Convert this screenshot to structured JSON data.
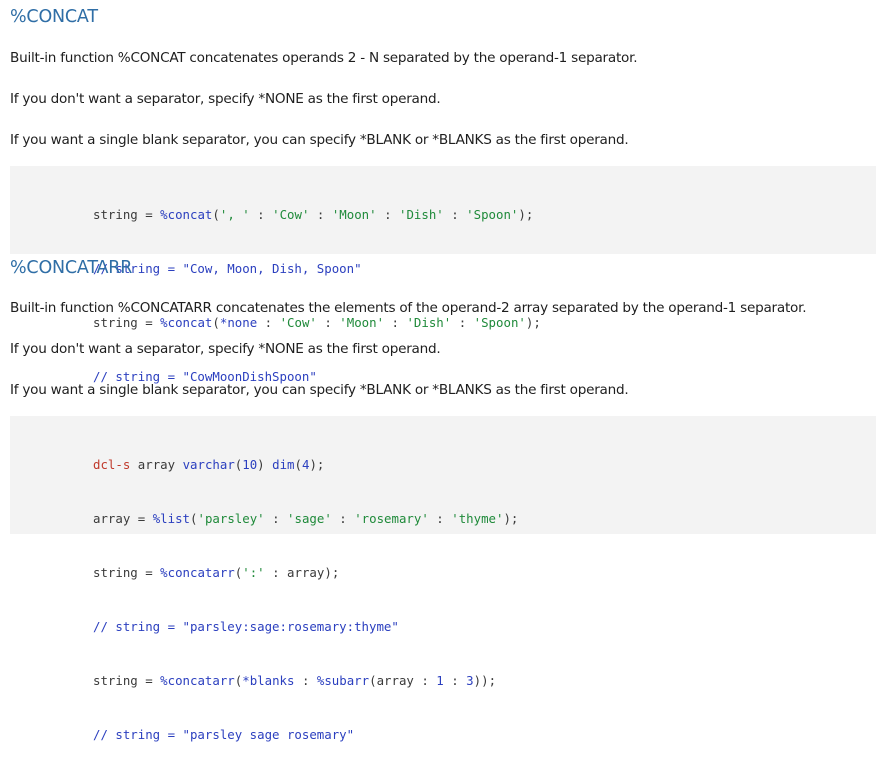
{
  "sections": [
    {
      "title": "%CONCAT",
      "paragraphs": [
        "Built-in function %CONCAT concatenates operands 2 - N separated by the operand-1 separator.",
        "If you don't want a separator, specify *NONE as the first operand.",
        "If you want a single blank separator, you can specify *BLANK or *BLANKS as the first operand."
      ],
      "code": [
        "string = %concat(', ' : 'Cow' : 'Moon' : 'Dish' : 'Spoon');",
        "// string = \"Cow, Moon, Dish, Spoon\"",
        "string = %concat(*none : 'Cow' : 'Moon' : 'Dish' : 'Spoon');",
        "// string = \"CowMoonDishSpoon\""
      ]
    },
    {
      "title": "%CONCATARR",
      "paragraphs": [
        "Built-in function %CONCATARR concatenates the elements of the operand-2 array separated by the operand-1 separator.",
        "If you don't want a separator, specify *NONE as the first operand.",
        "If you want a single blank separator, you can specify *BLANK or *BLANKS as the first operand."
      ],
      "code": [
        "dcl-s array varchar(10) dim(4);",
        "array = %list('parsley' : 'sage' : 'rosemary' : 'thyme');",
        "string = %concatarr(':' : array);",
        "// string = \"parsley:sage:rosemary:thyme\"",
        "string = %concatarr(*blanks : %subarr(array : 1 : 3));",
        "// string = \"parsley sage rosemary\""
      ]
    }
  ]
}
